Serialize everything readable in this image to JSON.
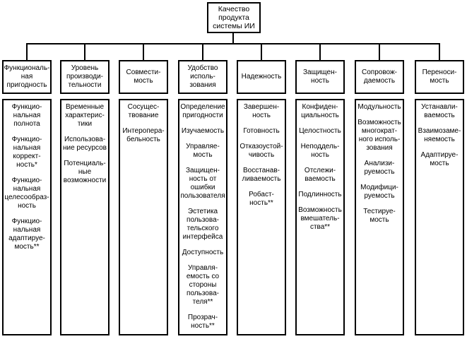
{
  "diagram": {
    "root": {
      "title": "Качество\nпродукта\nсистемы ИИ"
    },
    "colors": {
      "line": "#000000",
      "background": "#ffffff",
      "text": "#000000"
    },
    "columns": [
      {
        "header": "Функциональ-\nная\nпригодность",
        "items": [
          "Функцио-\nнальная\nполнота",
          "Функцио-\nнальная\nкоррект-\nность*",
          "Функцио-\nнальная\nцелесообраз-\nность",
          "Функцио-\nнальная\nадаптируе-\nмость**"
        ]
      },
      {
        "header": "Уровень\nпроизводи-\nтельности",
        "items": [
          "Временные\nхарактерис-\nтики",
          "Использова-\nние ресурсов",
          "Потенциаль-\nные\nвозможности"
        ]
      },
      {
        "header": "Совмести-\nмость",
        "items": [
          "Сосущес-\nтвование",
          "Интеропера-\nбельность"
        ]
      },
      {
        "header": "Удобство\nисполь-\nзования",
        "items": [
          "Определение\nпригодности",
          "Изучаемость",
          "Управляе-\nмость",
          "Защищен-\nность от\nошибки\nпользователя",
          "Эстетика\nпользова-\nтельского\nинтерфейса",
          "Доступность",
          "Управля-\nемость со\nстороны\nпользова-\nтеля**",
          "Прозрач-\nность**"
        ]
      },
      {
        "header": "Надежность",
        "items": [
          "Завершен-\nность",
          "Готовность",
          "Отказоустой-\nчивость",
          "Восстанав-\nливаемость",
          "Робаст-\nность**"
        ]
      },
      {
        "header": "Защищен-\nность",
        "items": [
          "Конфиден-\nциальность",
          "Целостность",
          "Неподдель-\nность",
          "Отслежи-\nваемость",
          "Подлинность",
          "Возможность\nвмешатель-\nства**"
        ]
      },
      {
        "header": "Сопровож-\nдаемость",
        "items": [
          "Модульность",
          "Возможность\nмногократ-\nного исполь-\nзования",
          "Анализи-\nруемость",
          "Модифици-\nруемость",
          "Тестируе-\nмость"
        ]
      },
      {
        "header": "Переноси-\nмость",
        "items": [
          "Устанавли-\nваемость",
          "Взаимозаме-\nняемость",
          "Адаптируе-\nмость"
        ]
      }
    ]
  }
}
